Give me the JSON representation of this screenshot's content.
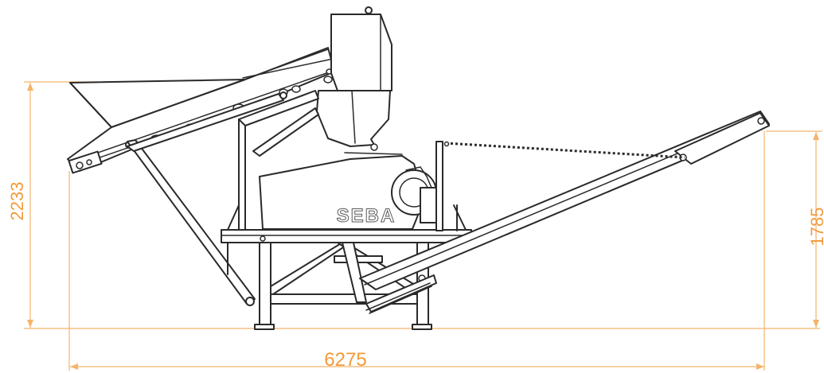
{
  "dimensions": {
    "height_left": "2233",
    "height_right": "1785",
    "length": "6275"
  },
  "brand": "SEBA",
  "colors": {
    "dimension_line": "#f5b36b",
    "dimension_text": "#f39a3a",
    "outline": "#2a2a2a"
  }
}
